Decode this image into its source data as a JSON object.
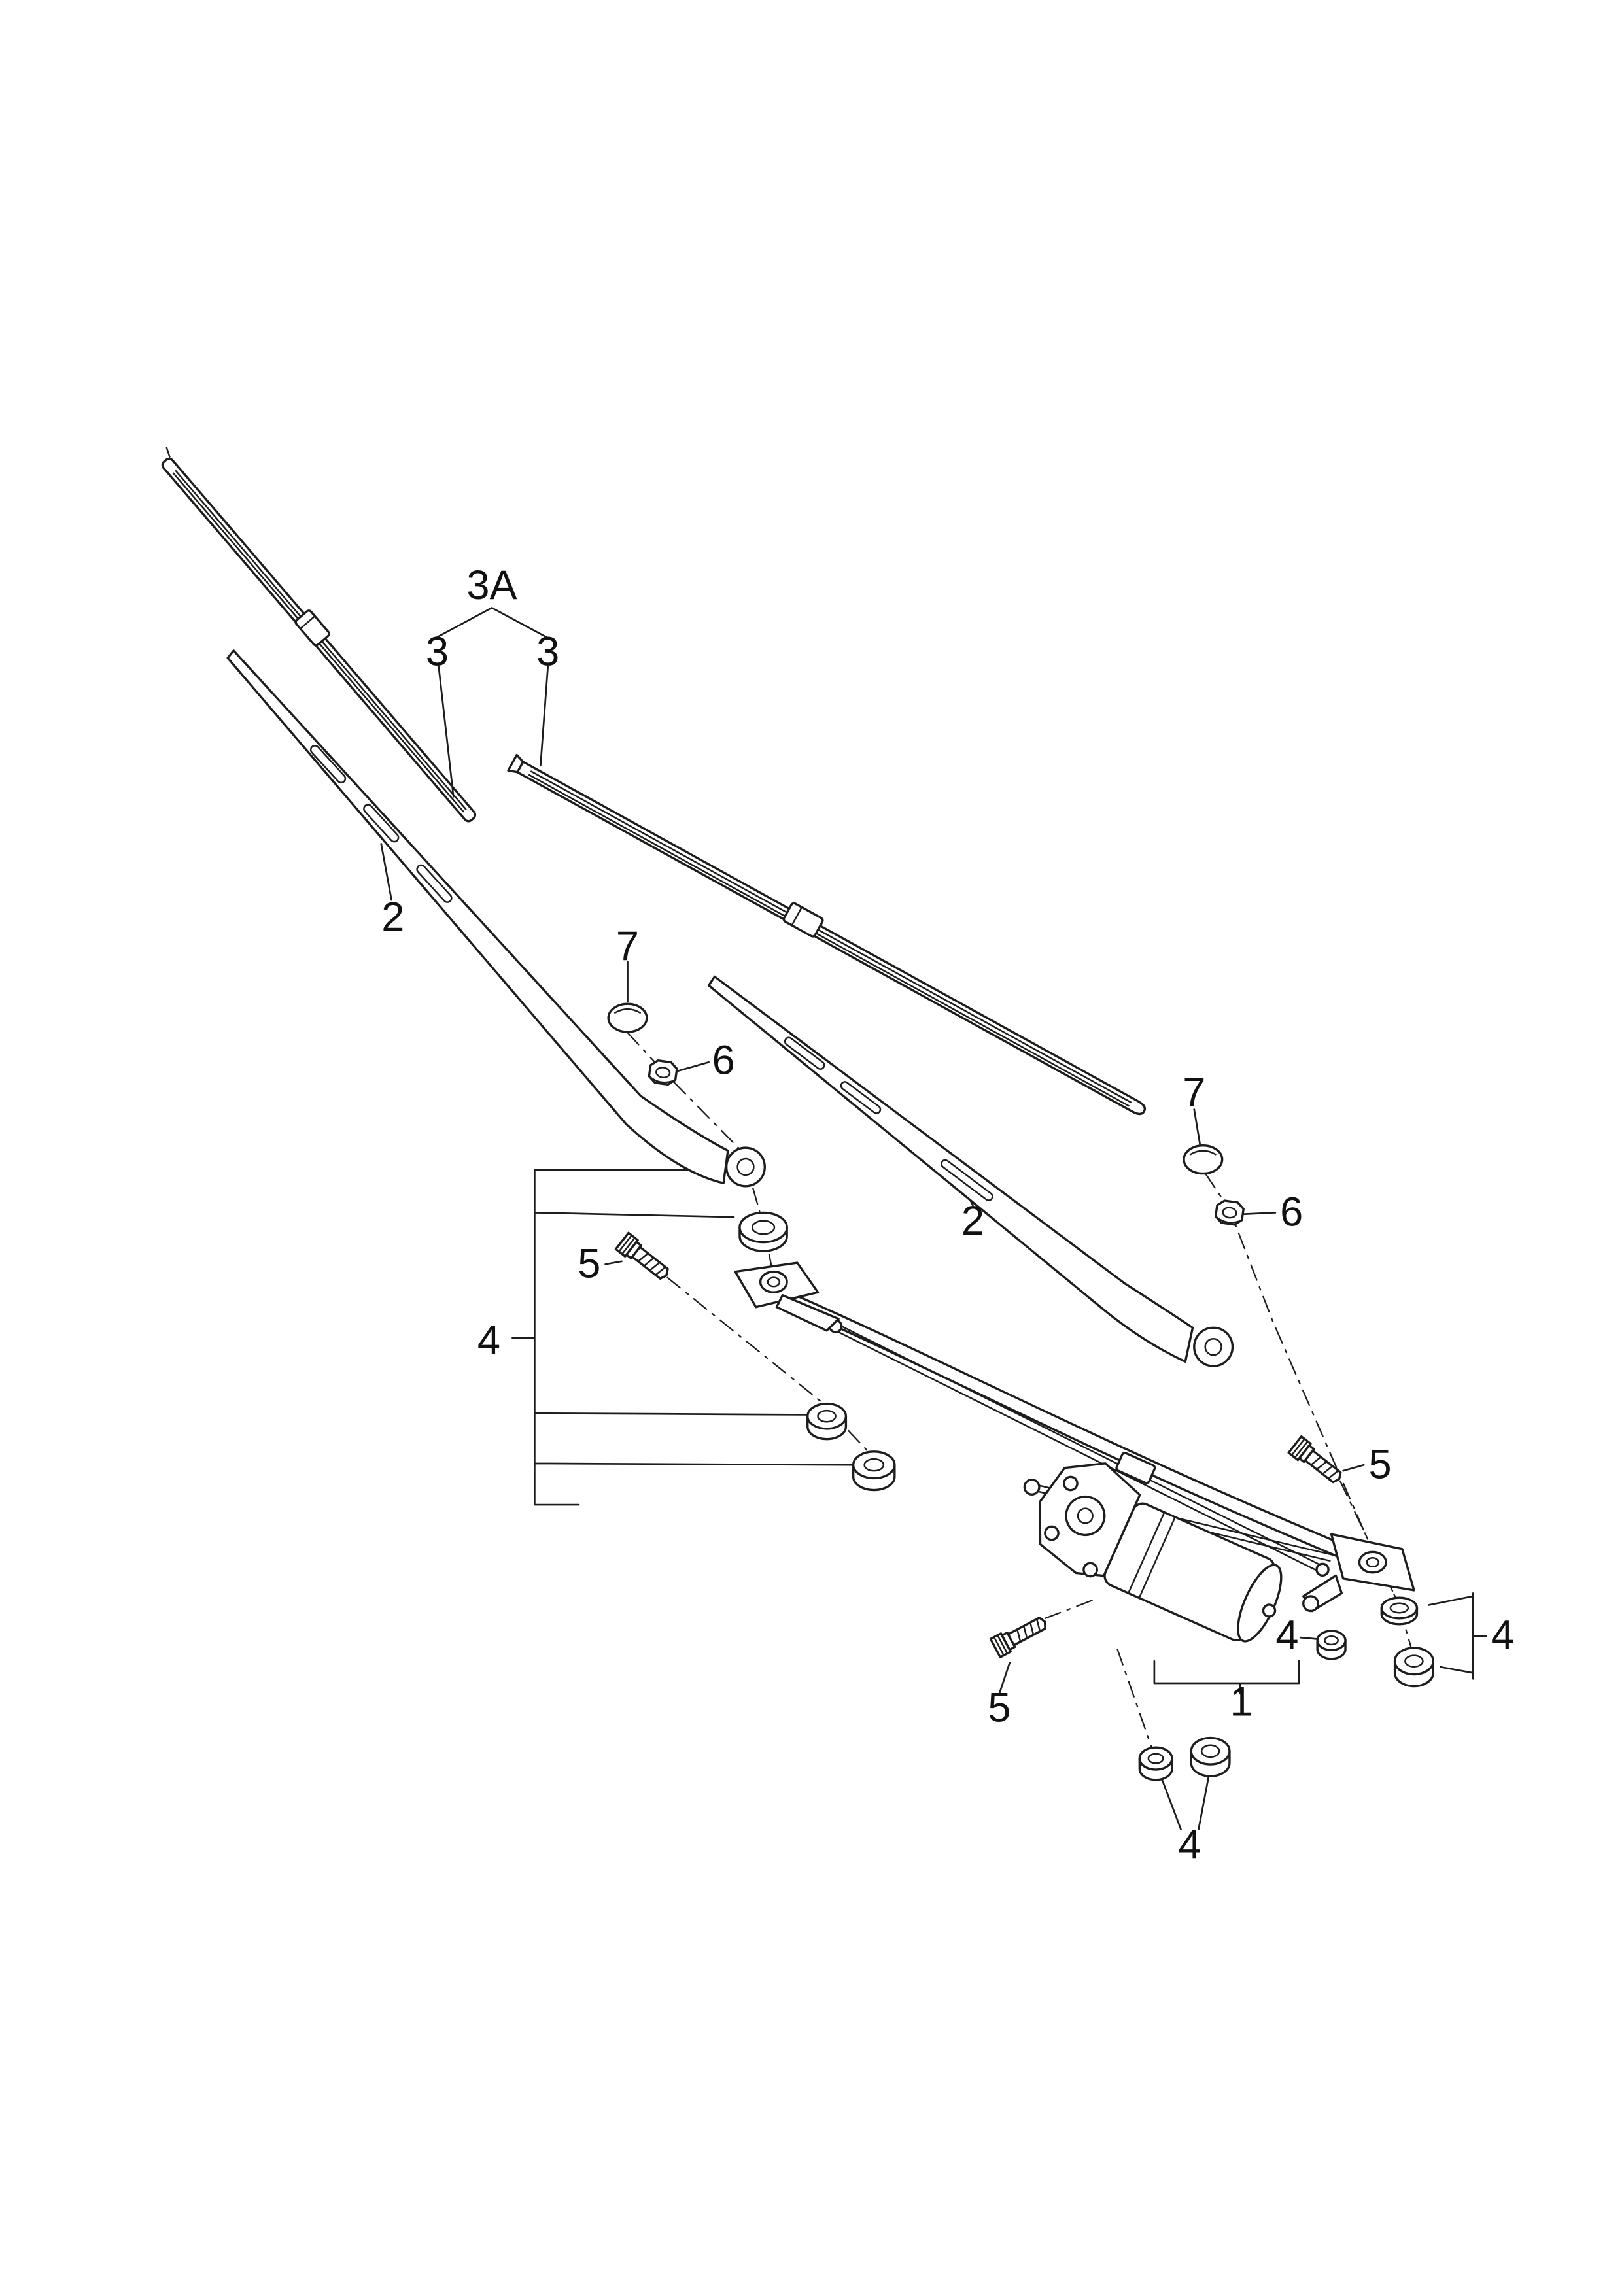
{
  "colors": {
    "background": "#ffffff",
    "line": "#1d1d1b"
  },
  "callouts": {
    "blade_set": "3A",
    "blade_left": "3",
    "blade_right": "3",
    "arm_left": "2",
    "arm_right": "2",
    "cap_left": "7",
    "cap_right": "7",
    "nut_left": "6",
    "nut_right": "6",
    "screw_left": "5",
    "screw_right": "5",
    "screw_bottom": "5",
    "mounts_left": "4",
    "mounts_right": "4",
    "mount_motor": "4",
    "mounts_bottom": "4",
    "motor_assembly": "1"
  }
}
